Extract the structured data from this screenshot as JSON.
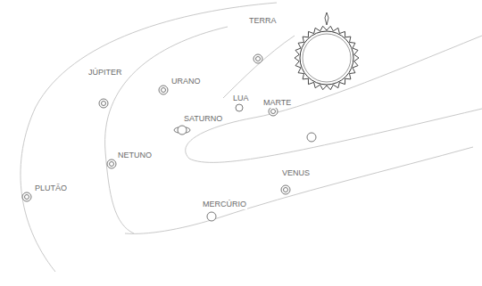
{
  "diagram": {
    "labels": [
      "TERRA",
      "JÚPITER",
      "URANO",
      "LUA",
      "MARTE",
      "SATURNO",
      "NETUNO",
      "PLUTÃO",
      "VENUS",
      "MERCÚRIO"
    ]
  }
}
